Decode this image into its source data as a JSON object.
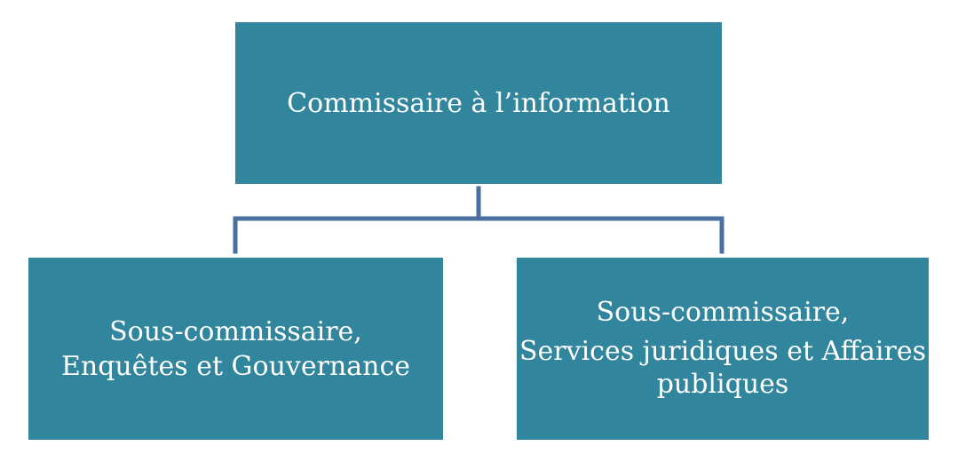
{
  "diagram": {
    "top_node": {
      "label": "Commissaire à l’information"
    },
    "children": [
      {
        "line1": "Sous-commissaire,",
        "line2": "Enquêtes et Gouvernance"
      },
      {
        "line1": "Sous-commissaire,",
        "line2": "Services juridiques et Affaires",
        "line3": "publiques"
      }
    ],
    "colors": {
      "box_fill": "#31859c",
      "box_text": "#ffffff",
      "connector": "#4a6fa0"
    }
  }
}
